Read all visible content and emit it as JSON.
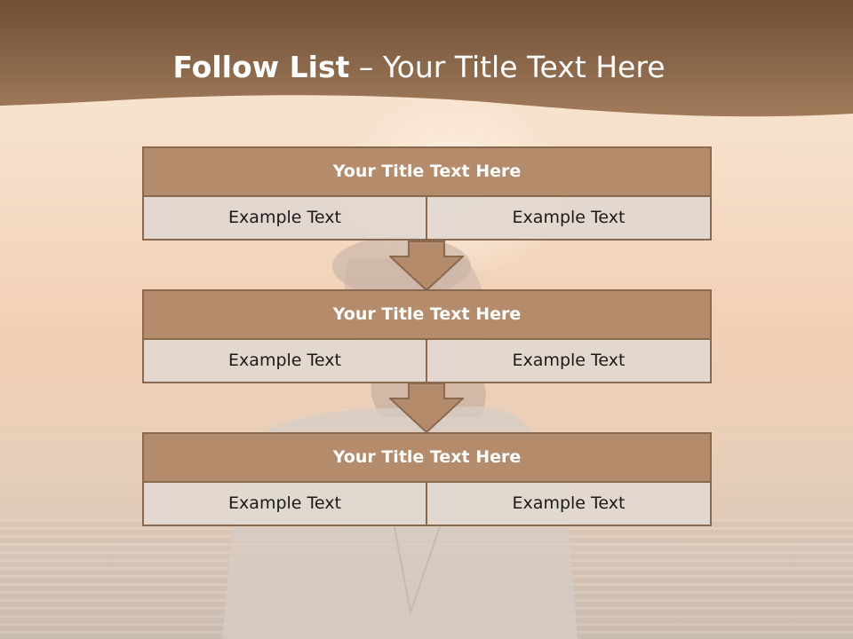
{
  "slide": {
    "title": {
      "bold": "Follow List",
      "dash": " – ",
      "rest": "Your Title Text Here"
    },
    "blocks": [
      {
        "title": "Your Title Text Here",
        "cells": [
          "Example Text",
          "Example Text"
        ]
      },
      {
        "title": "Your Title Text Here",
        "cells": [
          "Example Text",
          "Example Text"
        ]
      },
      {
        "title": "Your Title Text Here",
        "cells": [
          "Example Text",
          "Example Text"
        ]
      }
    ]
  },
  "colors": {
    "header_brown": "#7a5a3e",
    "block_title_fill": "#b48b6b",
    "block_border": "#8a6a4e",
    "cell_fill": "#e2d8d0",
    "arrow_fill": "#b48b6b"
  }
}
